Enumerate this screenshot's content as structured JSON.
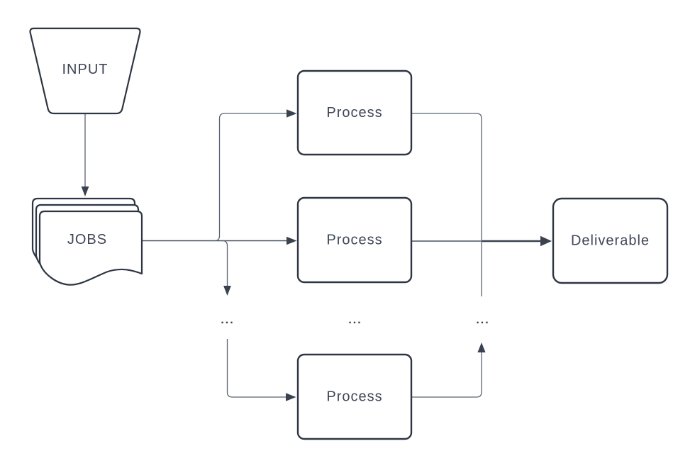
{
  "diagram": {
    "type": "flowchart",
    "nodes": {
      "input": {
        "label": "INPUT",
        "shape": "trapezoid"
      },
      "jobs": {
        "label": "JOBS",
        "shape": "multi-document"
      },
      "process_top": {
        "label": "Process",
        "shape": "rounded-rectangle"
      },
      "process_middle": {
        "label": "Process",
        "shape": "rounded-rectangle"
      },
      "process_bottom": {
        "label": "Process",
        "shape": "rounded-rectangle"
      },
      "deliverable": {
        "label": "Deliverable",
        "shape": "rounded-rectangle"
      }
    },
    "ellipsis": {
      "left": "...",
      "center": "...",
      "right": "..."
    },
    "edges": [
      {
        "from": "input",
        "to": "jobs"
      },
      {
        "from": "jobs",
        "to": "process_top"
      },
      {
        "from": "jobs",
        "to": "process_middle"
      },
      {
        "from": "jobs",
        "to": "more-processes (ellipsis)"
      },
      {
        "from": "ellipsis",
        "to": "process_bottom"
      },
      {
        "from": "process_top",
        "to": "deliverable"
      },
      {
        "from": "process_middle",
        "to": "deliverable"
      },
      {
        "from": "process_bottom",
        "to": "deliverable (via ellipsis)"
      }
    ],
    "colors": {
      "background": "#ffffff",
      "shape_border": "#2e3543",
      "label_text": "#3e4555",
      "connector": "#5b6370",
      "connector_main": "#4a5260",
      "arrow": "#3a4250",
      "ellipsis_dots": "#333b49"
    }
  }
}
